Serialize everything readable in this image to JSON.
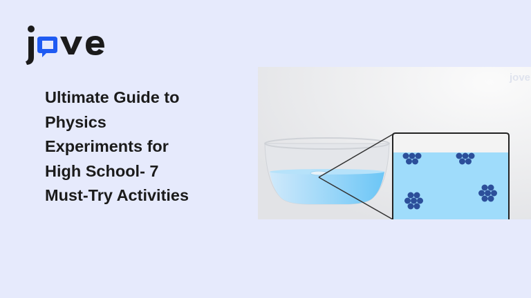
{
  "brand": {
    "logo_text": "jove",
    "accent": "#1f5bf2"
  },
  "article": {
    "title_lines": [
      "Ultimate Guide to",
      "Physics",
      "Experiments for",
      "High School- 7",
      "Must-Try Activities"
    ]
  },
  "hero_image": {
    "watermark": "jove",
    "water_color": "#9fdcfb",
    "molecule_color": "#2c4f9a"
  }
}
